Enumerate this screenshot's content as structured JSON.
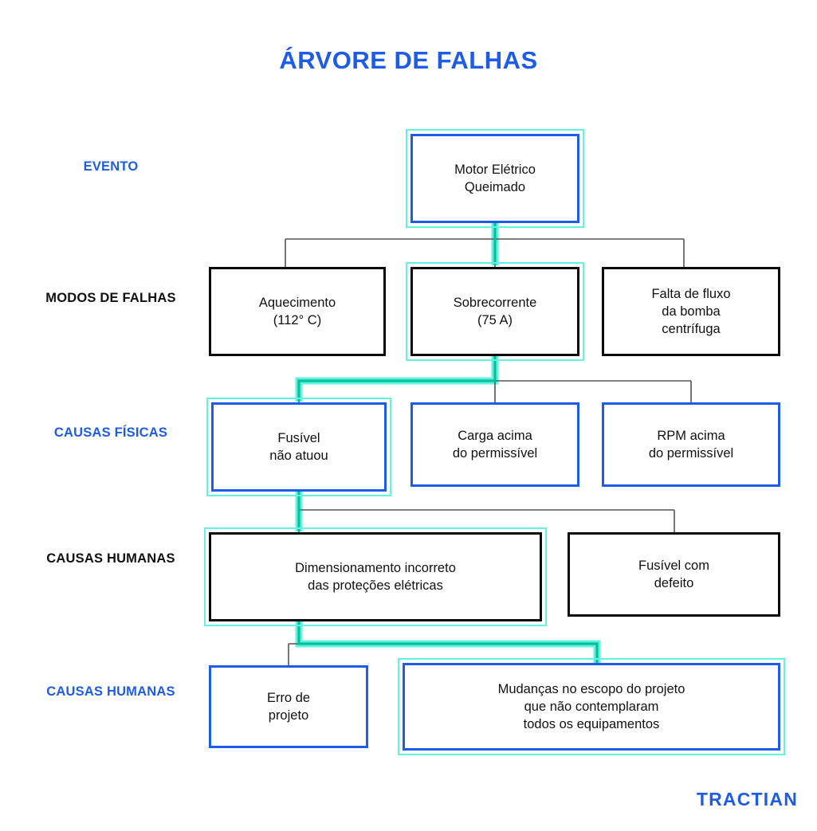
{
  "page": {
    "title": "ÁRVORE DE FALHAS",
    "background": "#ffffff",
    "brand_blue": "#1d5ce8",
    "highlight_cyan": "#5ff3e2",
    "highlight_green": "#0bbf9a",
    "node_black": "#0a0a0a",
    "wire_gray": "#555555"
  },
  "levels": [
    {
      "label": "EVENTO",
      "color": "blue"
    },
    {
      "label": "MODOS DE\nFALHAS",
      "color": "black"
    },
    {
      "label": "CAUSAS\nFÍSICAS",
      "color": "blue"
    },
    {
      "label": "CAUSAS\nHUMANAS",
      "color": "black"
    },
    {
      "label": "CAUSAS\nHUMANAS",
      "color": "blue"
    }
  ],
  "nodes": {
    "event": {
      "text": "Motor Elétrico\nQueimado",
      "border": "blue",
      "highlighted": true
    },
    "mode_1": {
      "text": "Aquecimento\n(112° C)",
      "border": "black",
      "highlighted": false
    },
    "mode_2": {
      "text": "Sobrecorrente\n(75 A)",
      "border": "black",
      "highlighted": true
    },
    "mode_3": {
      "text": "Falta de fluxo\nda bomba\ncentrífuga",
      "border": "black",
      "highlighted": false
    },
    "phys_1": {
      "text": "Fusível\nnão atuou",
      "border": "blue",
      "highlighted": true
    },
    "phys_2": {
      "text": "Carga acima\ndo permissível",
      "border": "blue",
      "highlighted": false
    },
    "phys_3": {
      "text": "RPM acima\ndo permissível",
      "border": "blue",
      "highlighted": false
    },
    "human_1": {
      "text": "Dimensionamento incorreto\ndas proteções elétricas",
      "border": "black",
      "highlighted": true
    },
    "human_2": {
      "text": "Fusível com\ndefeito",
      "border": "black",
      "highlighted": false
    },
    "root_1": {
      "text": "Erro de\nprojeto",
      "border": "blue",
      "highlighted": false
    },
    "root_2": {
      "text": "Mudanças no escopo do projeto\nque não contemplaram\ntodos os equipamentos",
      "border": "blue",
      "highlighted": true
    }
  },
  "logo": {
    "text": "TRACTIAN"
  }
}
